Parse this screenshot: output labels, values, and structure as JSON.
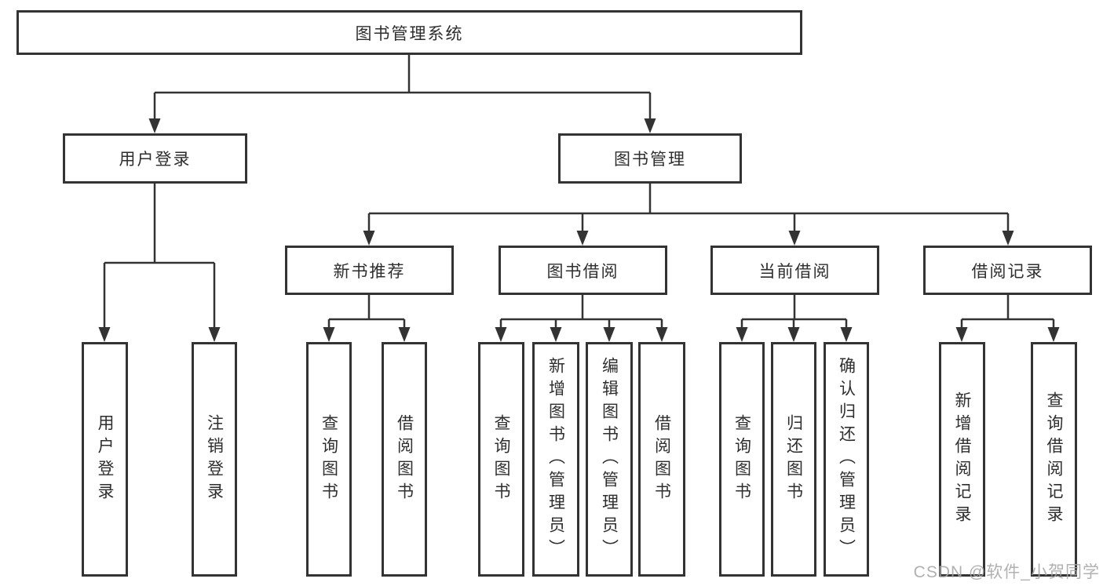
{
  "tree": {
    "label": "图书管理系统",
    "children": [
      {
        "label": "用户登录",
        "children": [
          {
            "label": "用户登录"
          },
          {
            "label": "注销登录"
          }
        ]
      },
      {
        "label": "图书管理",
        "children": [
          {
            "label": "新书推荐",
            "children": [
              {
                "label": "查询图书"
              },
              {
                "label": "借阅图书"
              }
            ]
          },
          {
            "label": "图书借阅",
            "children": [
              {
                "label": "查询图书"
              },
              {
                "label": "新增图书（管理员）"
              },
              {
                "label": "编辑图书（管理员）"
              },
              {
                "label": "借阅图书"
              }
            ]
          },
          {
            "label": "当前借阅",
            "children": [
              {
                "label": "查询图书"
              },
              {
                "label": "归还图书"
              },
              {
                "label": "确认归还（管理员）"
              }
            ]
          },
          {
            "label": "借阅记录",
            "children": [
              {
                "label": "新增借阅记录"
              },
              {
                "label": "查询借阅记录"
              }
            ]
          }
        ]
      }
    ]
  },
  "watermark": "CSDN @软件_小贺同学",
  "colors": {
    "line": "#333333",
    "box_border": "#333333",
    "text": "#2e2e2e",
    "watermark": "#a6a6a6",
    "background": "#ffffff"
  }
}
